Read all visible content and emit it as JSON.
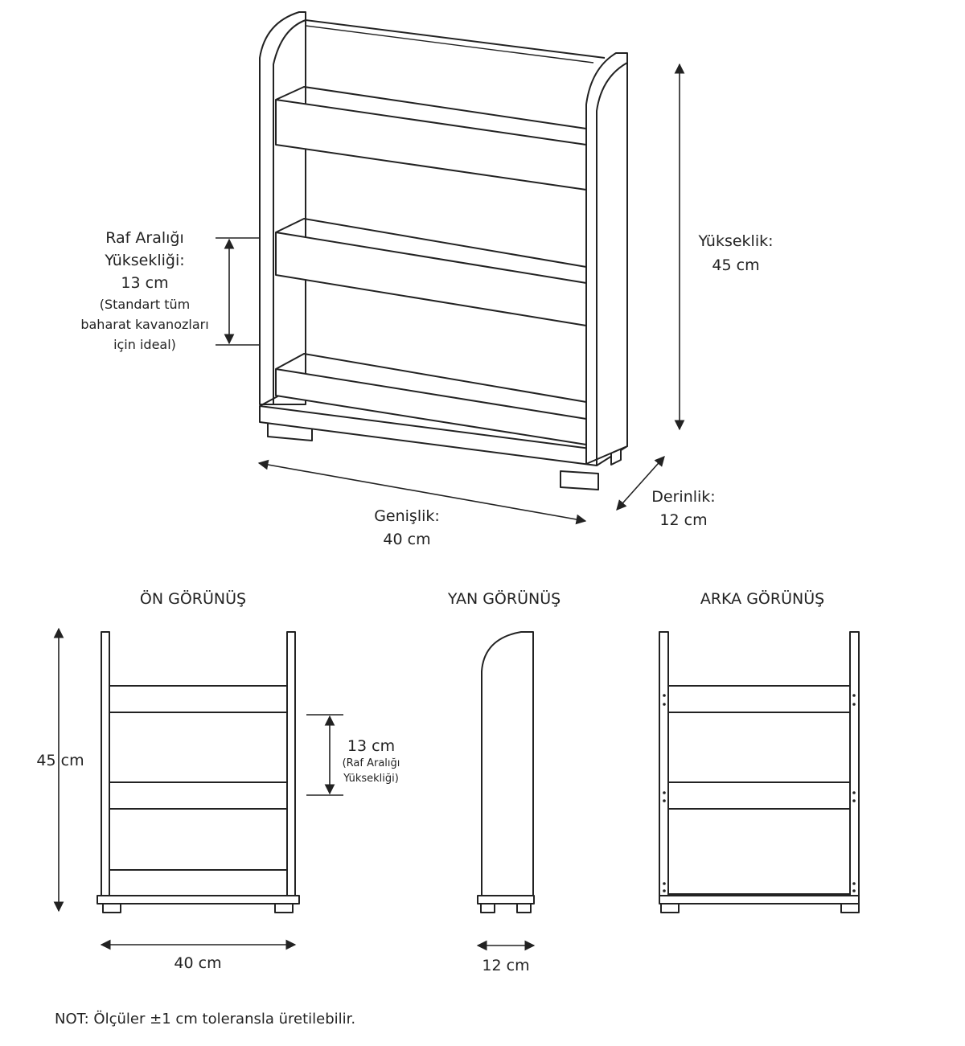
{
  "isometric": {
    "shelf_spacing": {
      "line1": "Raf Aralığı",
      "line2": "Yüksekliği:",
      "line3": "13 cm",
      "line4": "(Standart tüm",
      "line5": "baharat kavanozları",
      "line6": "için ideal)"
    },
    "height": {
      "line1": "Yükseklik:",
      "line2": "45 cm"
    },
    "width": {
      "line1": "Genişlik:",
      "line2": "40 cm"
    },
    "depth": {
      "line1": "Derinlik:",
      "line2": "12 cm"
    }
  },
  "front_view": {
    "title": "ÖN GÖRÜNÜŞ",
    "height_label": "45 cm",
    "width_label": "40 cm",
    "spacing_value": "13 cm",
    "spacing_line1": "(Raf Aralığı",
    "spacing_line2": "Yüksekliği)"
  },
  "side_view": {
    "title": "YAN GÖRÜNÜŞ",
    "depth_label": "12 cm"
  },
  "back_view": {
    "title": "ARKA GÖRÜNÜŞ"
  },
  "note": "NOT: Ölçüler ±1 cm toleransla üretilebilir."
}
